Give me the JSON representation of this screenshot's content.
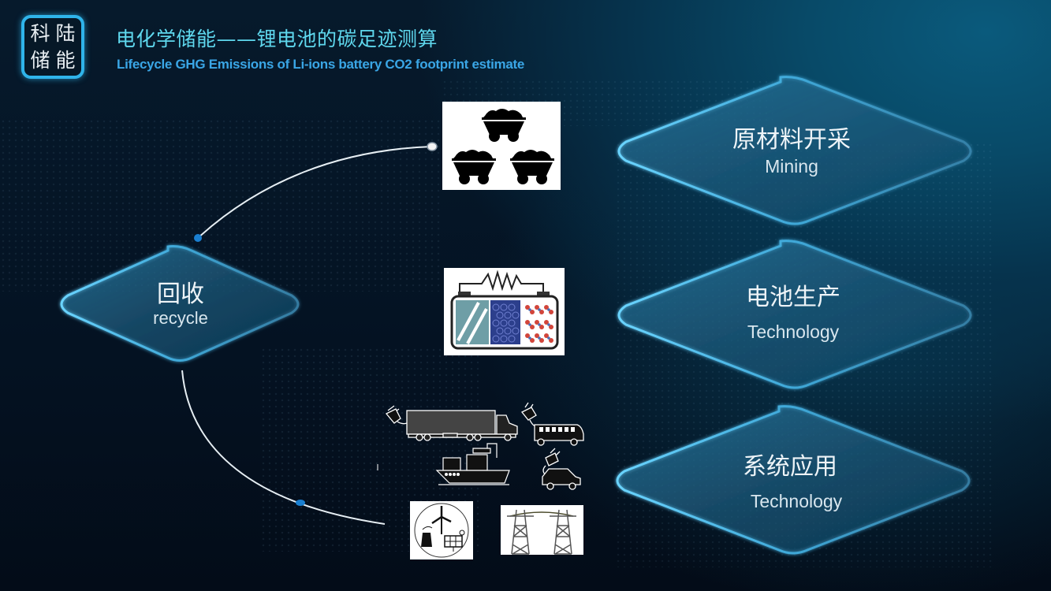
{
  "logo": {
    "chars": [
      "科",
      "陆",
      "储",
      "能"
    ]
  },
  "header": {
    "title_cn": "电化学储能——锂电池的碳足迹测算",
    "title_en": "Lifecycle GHG Emissions of Li-ions battery CO2 footprint estimate"
  },
  "stages": [
    {
      "id": "mining",
      "label_cn": "原材料开采",
      "label_en": "Mining",
      "icon": "coal-carts-icon"
    },
    {
      "id": "production",
      "label_cn": "电池生产",
      "label_en": "Technology",
      "icon": "battery-cell-icon"
    },
    {
      "id": "application",
      "label_cn": "系统应用",
      "label_en": "Technology",
      "icons": [
        "electric-truck-icon",
        "electric-bus-icon",
        "cargo-ship-icon",
        "electric-car-icon",
        "renewable-energy-icon",
        "power-tower-icon"
      ]
    },
    {
      "id": "recycle",
      "label_cn": "回收",
      "label_en": "recycle"
    }
  ],
  "colors": {
    "title_cn": "#5fd8ee",
    "title_en": "#3aa6e6",
    "diamond_border": "#4fc3f2",
    "node_dot": "#1a7fd0"
  }
}
